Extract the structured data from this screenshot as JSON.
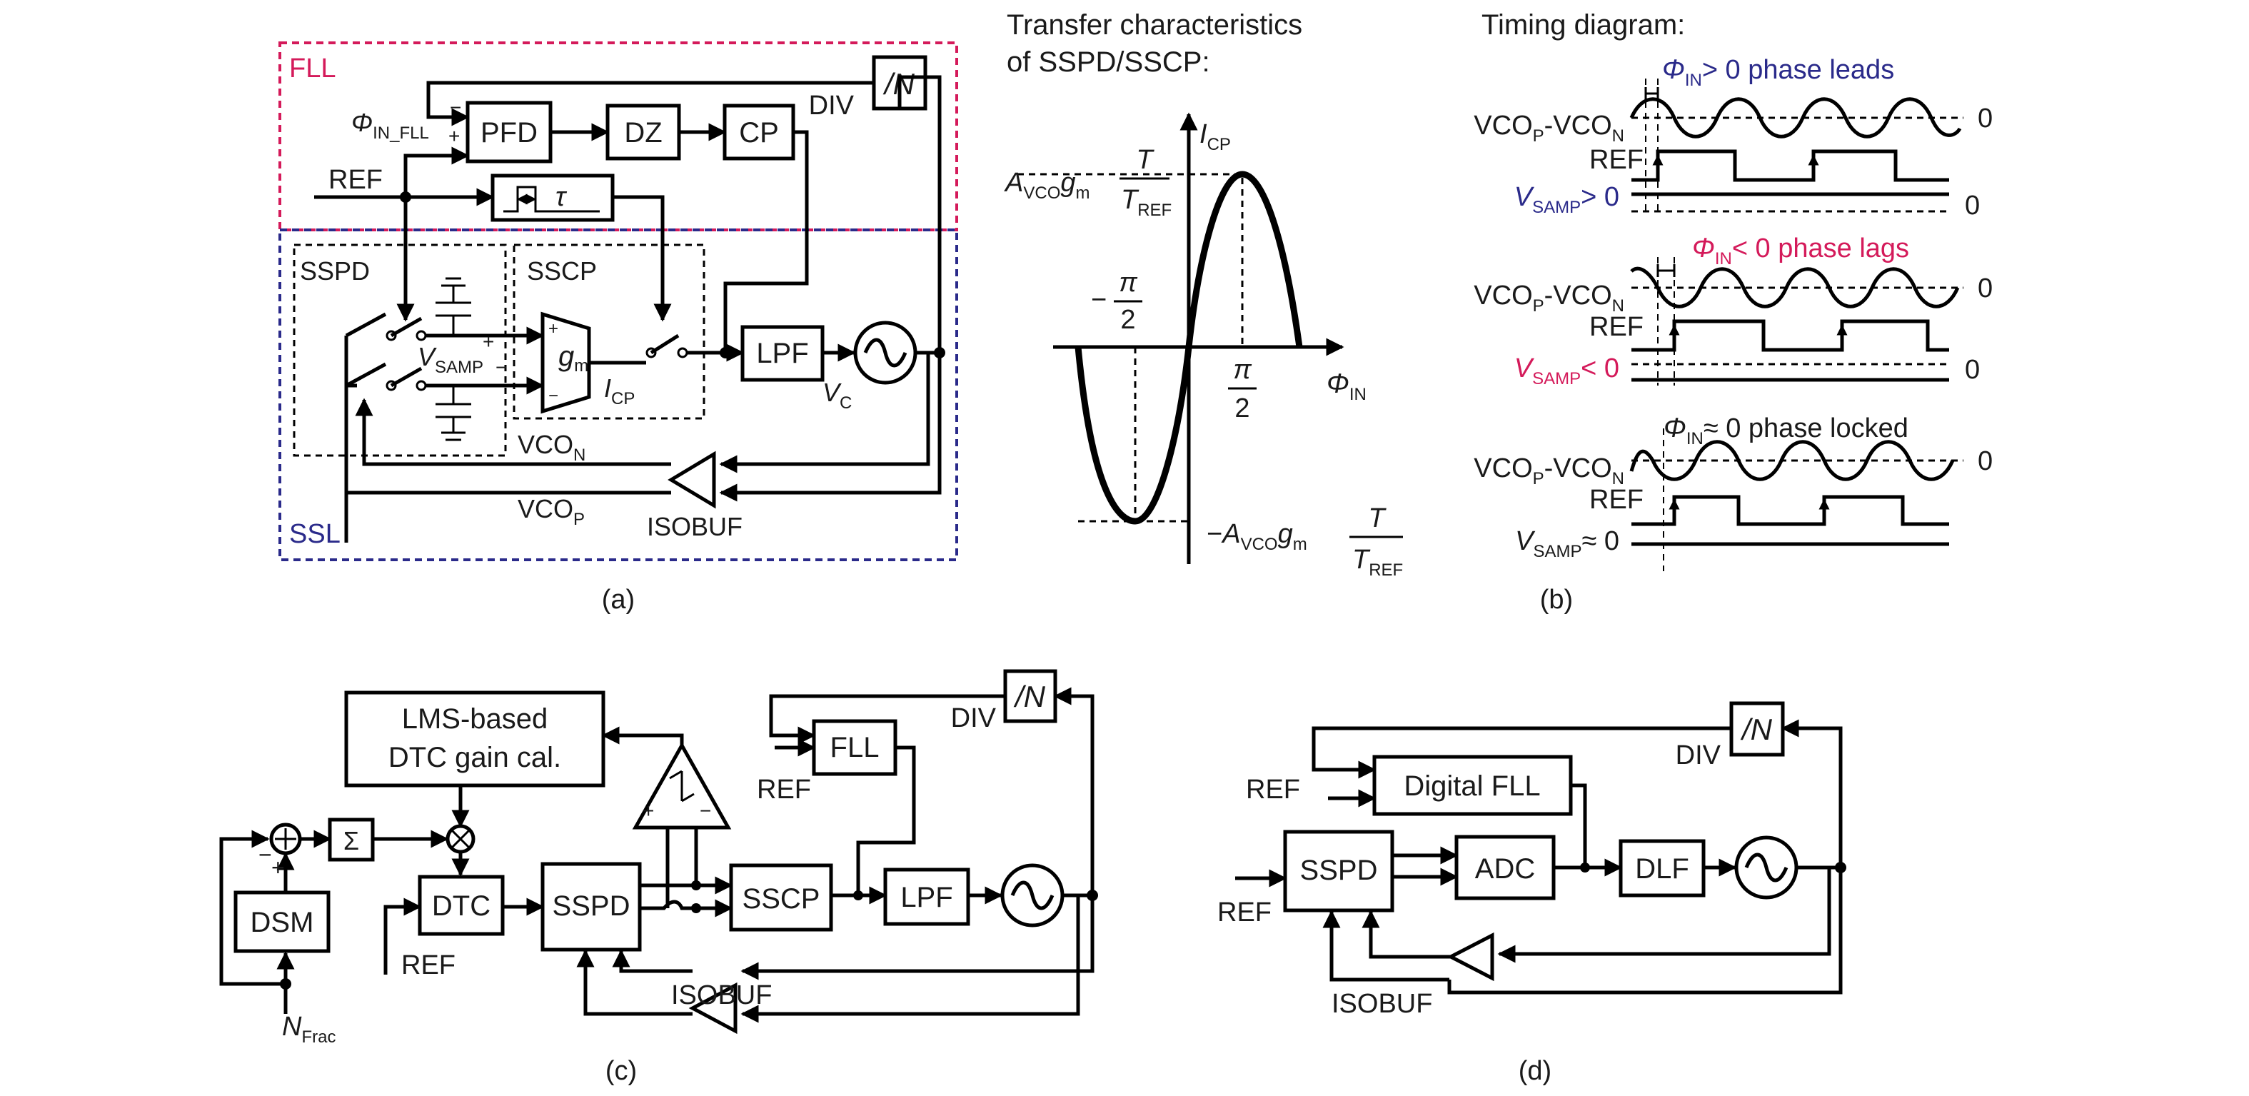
{
  "colors": {
    "fll": "#d41a5a",
    "ssl": "#2a2a8a",
    "lead": "#2a2a8a",
    "lag": "#d41a5a",
    "ink": "#1a1a1a"
  },
  "a": {
    "fll": "FLL",
    "ssl": "SSL",
    "sspd": "SSPD",
    "sscp": "SSCP",
    "pfd": "PFD",
    "dz": "DZ",
    "cp": "CP",
    "lpf": "LPF",
    "div": "DIV",
    "divN": "/N",
    "ref": "REF",
    "tau": "τ",
    "phi": "Φ",
    "phi_sub": "IN_FLL",
    "minus": "−",
    "plus": "+",
    "vsamp": "V",
    "vsamp_sub": "SAMP",
    "gm": "g",
    "gm_sub": "m",
    "icp": "I",
    "icp_sub": "CP",
    "vc": "V",
    "vc_sub": "C",
    "vcon": "VCO",
    "vcon_sub": "N",
    "vcop": "VCO",
    "vcop_sub": "P",
    "isobuf": "ISOBUF",
    "caption": "(a)"
  },
  "transfer": {
    "title1": "Transfer characteristics",
    "title2": "of SSPD/SSCP:",
    "y": "I",
    "y_sub": "CP",
    "x": "Φ",
    "x_sub": "IN",
    "pi": "π",
    "two": "2",
    "neg": "−",
    "amax_a": "A",
    "amax_a_sub": "VCO",
    "amax_g": "g",
    "amax_g_sub": "m",
    "t": "T",
    "tref": "T",
    "tref_sub": "REF"
  },
  "timing": {
    "title": "Timing diagram:",
    "vco_label": "VCO",
    "p": "P",
    "dashv": "-VCO",
    "n": "N",
    "ref": "REF",
    "vsamp": "V",
    "vsamp_sub": "SAMP",
    "zero": "0",
    "phi": "Φ",
    "phi_sub": "IN",
    "lead": "> 0 phase leads",
    "lag": "< 0 phase lags",
    "locked": "≈ 0 phase locked",
    "gt": "> 0",
    "lt": "< 0",
    "approx": "≈ 0",
    "caption": "(b)"
  },
  "c": {
    "lms1": "LMS-based",
    "lms2": "DTC gain cal.",
    "fll": "FLL",
    "div": "DIV",
    "divN": "/N",
    "ref": "REF",
    "sigma": "Σ",
    "dsm": "DSM",
    "dtc": "DTC",
    "sspd": "SSPD",
    "sscp": "SSCP",
    "lpf": "LPF",
    "isobuf": "ISOBUF",
    "nfrac": "N",
    "nfrac_sub": "Frac",
    "minus": "−",
    "plus": "+",
    "caption": "(c)"
  },
  "d": {
    "dfll": "Digital FLL",
    "div": "DIV",
    "divN": "/N",
    "ref": "REF",
    "sspd": "SSPD",
    "adc": "ADC",
    "dlf": "DLF",
    "isobuf": "ISOBUF",
    "caption": "(d)"
  }
}
